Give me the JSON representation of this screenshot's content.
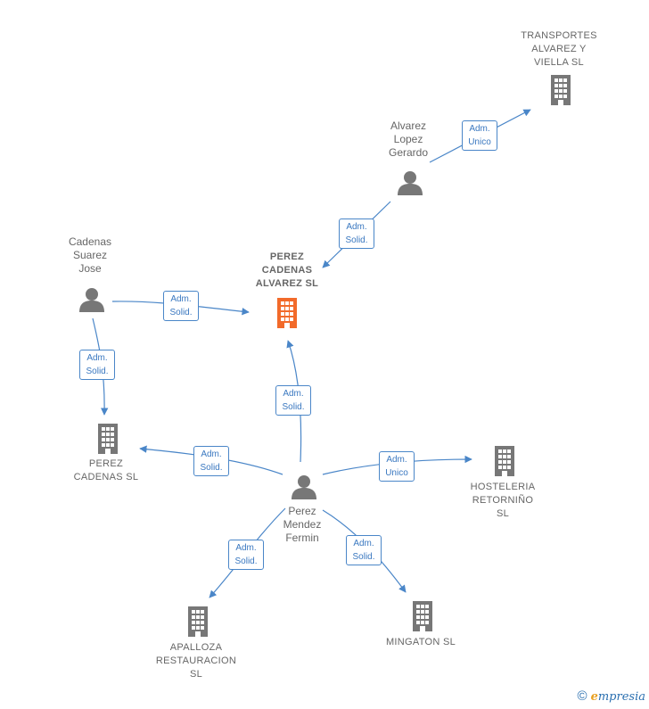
{
  "colors": {
    "edge": "#4a86c8",
    "node_icon": "#777777",
    "focus_icon": "#f26a2a",
    "text": "#666666"
  },
  "nodes": {
    "perez_cadenas_alvarez": {
      "label": "PEREZ\nCADENAS\nALVAREZ  SL",
      "icon": "building-icon",
      "focus": true
    },
    "transportes": {
      "label": "TRANSPORTES\nALVAREZ Y\nVIELLA SL",
      "icon": "building-icon"
    },
    "alvarez_lopez": {
      "label": "Alvarez\nLopez\nGerardo",
      "icon": "person-icon"
    },
    "cadenas_suarez": {
      "label": "Cadenas\nSuarez\nJose",
      "icon": "person-icon"
    },
    "perez_cadenas": {
      "label": "PEREZ\nCADENAS  SL",
      "icon": "building-icon"
    },
    "perez_mendez": {
      "label": "Perez\nMendez\nFermin",
      "icon": "person-icon"
    },
    "hosteleria": {
      "label": "HOSTELERIA\nRETORNIÑO\nSL",
      "icon": "building-icon"
    },
    "apalloza": {
      "label": "APALLOZA\nRESTAURACION\nSL",
      "icon": "building-icon"
    },
    "mingaton": {
      "label": "MINGATON SL",
      "icon": "building-icon"
    }
  },
  "edges": [
    {
      "from": "alvarez_lopez",
      "to": "transportes",
      "label": "Adm.\nUnico"
    },
    {
      "from": "alvarez_lopez",
      "to": "perez_cadenas_alvarez",
      "label": "Adm.\nSolid."
    },
    {
      "from": "cadenas_suarez",
      "to": "perez_cadenas_alvarez",
      "label": "Adm.\nSolid."
    },
    {
      "from": "cadenas_suarez",
      "to": "perez_cadenas",
      "label": "Adm.\nSolid."
    },
    {
      "from": "perez_mendez",
      "to": "perez_cadenas_alvarez",
      "label": "Adm.\nSolid."
    },
    {
      "from": "perez_mendez",
      "to": "perez_cadenas",
      "label": "Adm.\nSolid."
    },
    {
      "from": "perez_mendez",
      "to": "hosteleria",
      "label": "Adm.\nUnico"
    },
    {
      "from": "perez_mendez",
      "to": "apalloza",
      "label": "Adm.\nSolid."
    },
    {
      "from": "perez_mendez",
      "to": "mingaton",
      "label": "Adm.\nSolid."
    }
  ],
  "brand": {
    "copyright": "©",
    "initial": "e",
    "rest": "mpresia"
  }
}
